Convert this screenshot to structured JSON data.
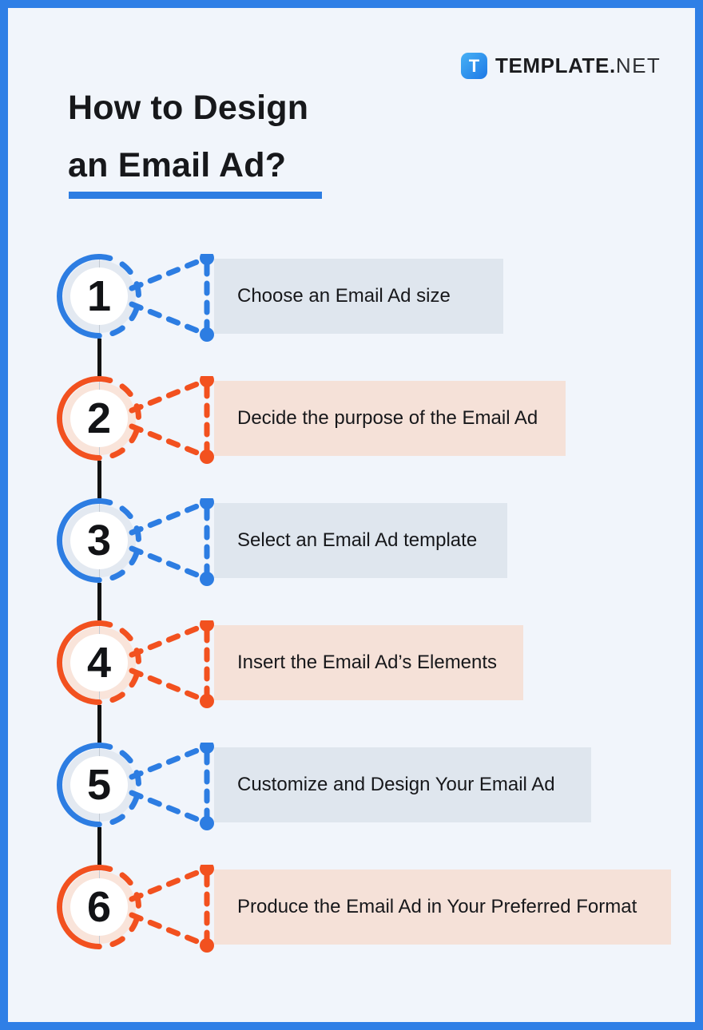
{
  "header": {
    "title_line1": "How to Design",
    "title_line2": "an Email Ad?"
  },
  "brand": {
    "badge_letter": "T",
    "name": "TEMPLATE",
    "dot": ".",
    "suffix": "NET"
  },
  "steps": [
    {
      "number": "1",
      "label": "Choose an Email Ad size",
      "accent": "blue"
    },
    {
      "number": "2",
      "label": "Decide the purpose of the Email Ad",
      "accent": "orange"
    },
    {
      "number": "3",
      "label": "Select an Email Ad template",
      "accent": "blue"
    },
    {
      "number": "4",
      "label": "Insert the Email Ad’s Elements",
      "accent": "orange"
    },
    {
      "number": "5",
      "label": "Customize and Design Your Email Ad",
      "accent": "blue"
    },
    {
      "number": "6",
      "label": "Produce the Email Ad in Your Preferred Format",
      "accent": "orange"
    }
  ],
  "colors": {
    "accent_blue": "#2d7de2",
    "accent_orange": "#f2511f",
    "box_blue": "#dfe6ee",
    "box_orange": "#f5e1d8",
    "tint_blue": "#e3e9f1",
    "tint_orange": "#f9e4da",
    "frame_border": "#2f7fe6",
    "background": "#f1f5fb",
    "text_dark": "#17181b"
  }
}
